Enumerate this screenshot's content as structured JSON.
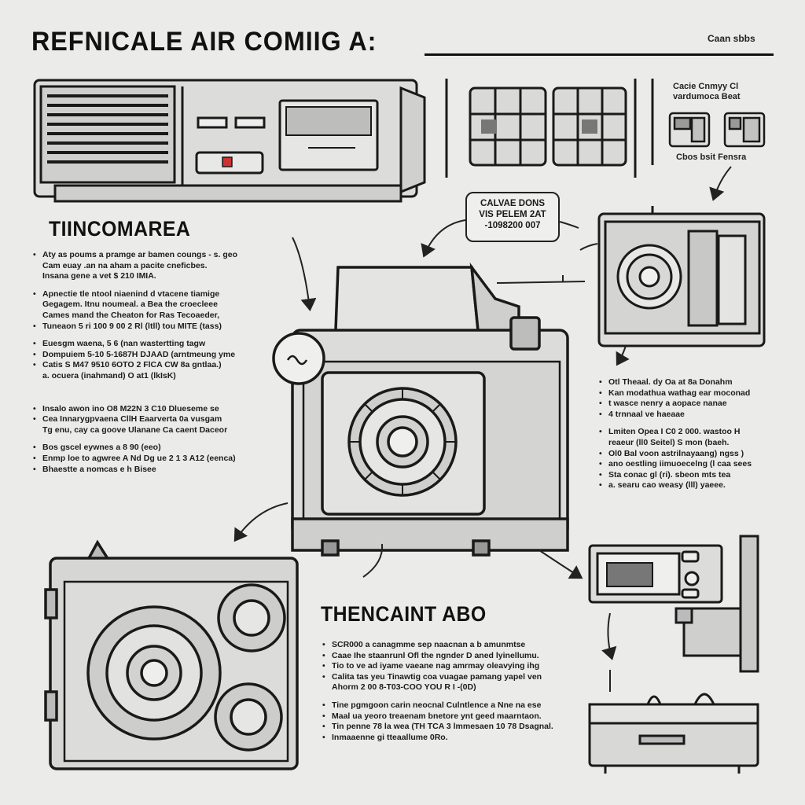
{
  "header": {
    "title": "REFNICALE AIR COMIIG A:",
    "corner_label": "Caan sbbs"
  },
  "top_right": {
    "caption_top_line1": "Cacie Cnmyy Cl",
    "caption_top_line2": "vardumoca Beat",
    "caption_bottom": "Cbos bsit Fensra"
  },
  "callout": {
    "line1": "CALVAE DONS",
    "line2": "VIS PELEM 2AT",
    "line3": "-1098200 007"
  },
  "left_section": {
    "heading": "TIINCOMAREA",
    "lines": [
      "Aty as poums a pramge ar bamen coungs - s. geo",
      "Cam euay .an na aham a pacite cneficbes.",
      "Insana gene a vet $ 210 IMIA.",
      "Apnectie tle ntool niaenind d vtacene tiamige",
      "Gegagem. Itnu noumeal. a Bea the croecleee",
      "Cames mand the Cheaton for Ras Tecoaeder,",
      "Tuneaon 5 ri 100 9 00 2 Rl (ltll) tou MITE (tass)",
      "Euesgm waena, 5 6 (nan wastertting tagw",
      "Dompuiem 5-10 5-1687H DJAAD (arntmeung yme",
      "Catis S M47 9510 6OTO 2 FlCA CW 8a gntlaa.)",
      "a. ocuera (inahmand) O at1 (lkIsK)",
      "Insalo awon ino O8 M22N 3 C10 Dlueseme se",
      "Cea Innarygpvaena CllH Eaarverta 0a vusgam",
      "Tg enu, cay ca goove Ulanane Ca caent Daceor",
      "Bos gscel eywnes a 8 90 (eeo)",
      "Enmp loe to agwree A Nd Dg ue 2 1 3 A12 (eenca)",
      "Bhaestte a nomcas e h Bisee"
    ]
  },
  "right_section": {
    "lines": [
      "Otl Theaal. dy Oa at 8a Donahm",
      "Kan modathua wathag ear moconad",
      "t wasce nenry a aopace nanae",
      "4 trnnaal ve haeaae",
      "Lmiten Opea I C0 2 000. wastoo H",
      "reaeur (ll0 Seitel) S mon (baeh.",
      "Ol0 Bal voon astrilnayaang) ngss )",
      "ano oestling iimuoecelng (l caa sees",
      "Sta conac gl (ri). sbeon mts tea",
      "a. searu cao weasy (lll) yaeee."
    ]
  },
  "bottom_section": {
    "heading": "THENCAINT ABO",
    "lines": [
      "SCR000 a canagmme sep naacnan a b amunmtse",
      "Caae Ihe staanrunl Ofl the ngnder D aned lyinellumu.",
      "Tio to ve ad iyame vaeane nag amrmay oleavying ihg",
      "Calita tas yeu Tinawtig coa vuagae pamang yapel ven",
      "Ahorm 2 00 8-T03-COO YOU R I -(0D)",
      "Tine pgmgoon carin neocnal Culntlence a Nne na ese",
      "Maal ua yeoro treaenam bnetore ynt geed maarntaon.",
      "Tin penne 78 la wea (TH TCA 3 lmmesaen 10 78 Dsagnal.",
      "Inmaaenne gi tteaallume 0Ro."
    ]
  }
}
